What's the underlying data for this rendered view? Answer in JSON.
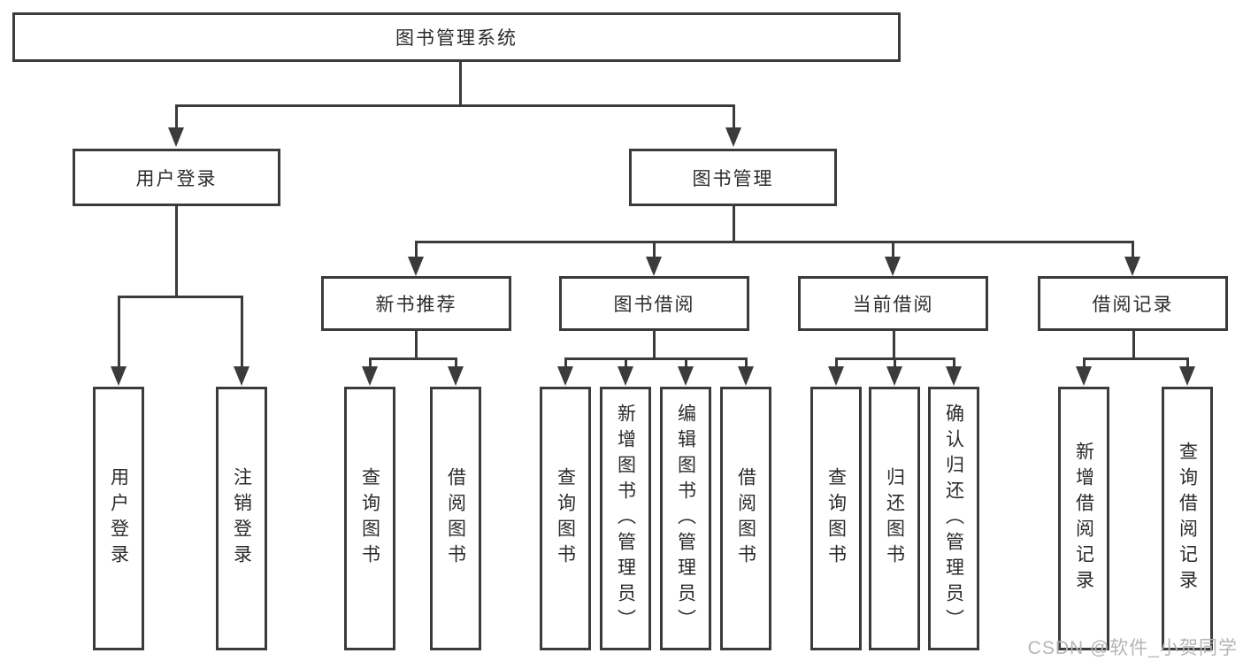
{
  "diagram": {
    "root_label": "图书管理系统",
    "level1": [
      {
        "label": "用户登录",
        "children": [
          "用户登录",
          "注销登录"
        ]
      },
      {
        "label": "图书管理",
        "groups": [
          {
            "label": "新书推荐",
            "children": [
              "查询图书",
              "借阅图书"
            ]
          },
          {
            "label": "图书借阅",
            "children": [
              "查询图书",
              "新增图书（管理员）",
              "编辑图书（管理员）",
              "借阅图书"
            ]
          },
          {
            "label": "当前借阅",
            "children": [
              "查询图书",
              "归还图书",
              "确认归还（管理员）"
            ]
          },
          {
            "label": "借阅记录",
            "children": [
              "新增借阅记录",
              "查询借阅记录"
            ]
          }
        ]
      }
    ]
  },
  "watermark": {
    "text": "CSDN @软件_小贺同学"
  },
  "colors": {
    "line": "#3b3b3b",
    "text": "#2b2b2b",
    "watermark": "#b5b5b5",
    "background": "#ffffff"
  }
}
